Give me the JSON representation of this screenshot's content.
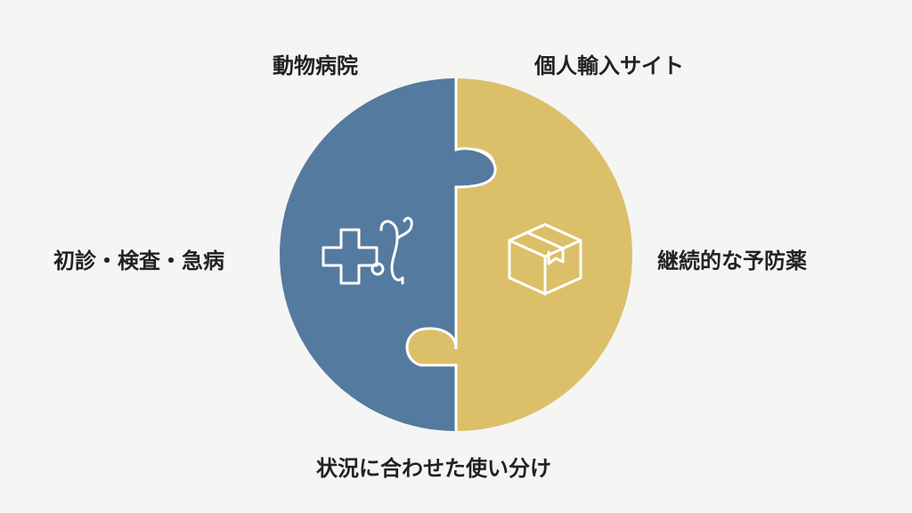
{
  "labels": {
    "top_left": "動物病院",
    "top_right": "個人輸入サイト",
    "left": "初診・検査・急病",
    "right": "継続的な予防薬",
    "bottom": "状況に合わせた使い分け"
  },
  "icons": {
    "left": "medical-cross-stethoscope-icon",
    "right": "package-box-icon"
  },
  "colors": {
    "left_piece": "#557a9f",
    "right_piece": "#dcbf69",
    "seam": "#ffffff",
    "icon_stroke": "#ffffff",
    "text": "#222222",
    "background": "#f5f5f3"
  }
}
